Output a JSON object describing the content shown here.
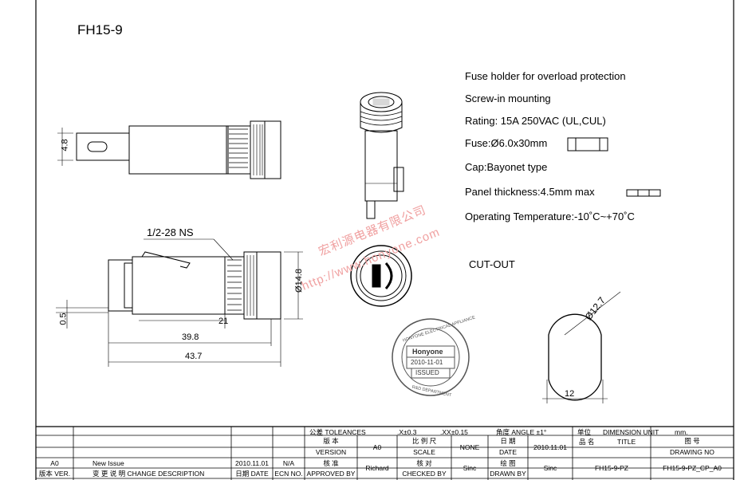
{
  "drawing": {
    "part_number": "FH15-9",
    "cutout_label": "CUT-OUT"
  },
  "specs": {
    "line1": "Fuse holder for overload protection",
    "line2": "Screw-in mounting",
    "line3": "Rating: 15A 250VAC (UL,CUL)",
    "line4": "Fuse:Ø6.0x30mm",
    "line5": "Cap:Bayonet type",
    "line6": "Panel thickness:4.5mm max",
    "line7": "Operating Temperature:-10˚C~+70˚C"
  },
  "dimensions": {
    "height_4_8": "4.8",
    "thread": "1/2-28 NS",
    "dia_14_8": "Ø14.8",
    "offset_0_5": "0.5",
    "len_21": "21",
    "len_39_8": "39.8",
    "len_43_7": "43.7",
    "cutout_dia": "Ø12.7",
    "cutout_flat": "12"
  },
  "stamp": {
    "ring_text": "HONYONE ELECTRICAL APPLIANCE",
    "ring_bottom": "R&D DEPARTMENT",
    "brand": "Honyone",
    "date": "2010-11-01",
    "status": "ISSUED"
  },
  "watermark": {
    "chinese": "宏利源电器有限公司",
    "url": "http://www.honyone.com"
  },
  "title_block": {
    "tolerances_cn": "公差 TOLEANCES",
    "tol_x": ".X±0.3",
    "tol_xx": ".XX±0.15",
    "angle": "角度 ANGLE    ±1°",
    "unit_cn": "单位",
    "unit_label": "DIMENSION UNIT",
    "unit_value": "mm.",
    "version_cn": "版  本",
    "version_en": "VERSION",
    "version_value": "A0",
    "scale_cn": "比 例 尺",
    "scale_en": "SCALE",
    "scale_value": "NONE",
    "date_cn": "日  期",
    "date_en": "DATE",
    "date_value": "2010.11.01",
    "title_cn": "品  名",
    "title_en": "TITLE",
    "drawing_no_cn": "图  号",
    "drawing_no_en": "DRAWING NO",
    "approved_cn": "核  准",
    "approved_en": "APPROVED BY",
    "approved_value": "Richard",
    "checked_cn": "核  对",
    "checked_en": "CHECKED BY",
    "checked_value": "Sinc",
    "drawn_cn": "绘  图",
    "drawn_en": "DRAWN BY",
    "drawn_value": "Sinc",
    "title_value": "FH15-9-PZ",
    "drawing_no_value": "FH15-9-PZ_CP_A0",
    "rev_row_ver": "A0",
    "rev_row_desc": "New Issue",
    "rev_row_date": "2010.11.01",
    "rev_row_ecn": "N/A",
    "hdr_ver": "版本 VER.",
    "hdr_desc": "变 更 说 明   CHANGE DESCRIPTION",
    "hdr_date": "日期 DATE",
    "hdr_ecn": "ECN NO."
  }
}
